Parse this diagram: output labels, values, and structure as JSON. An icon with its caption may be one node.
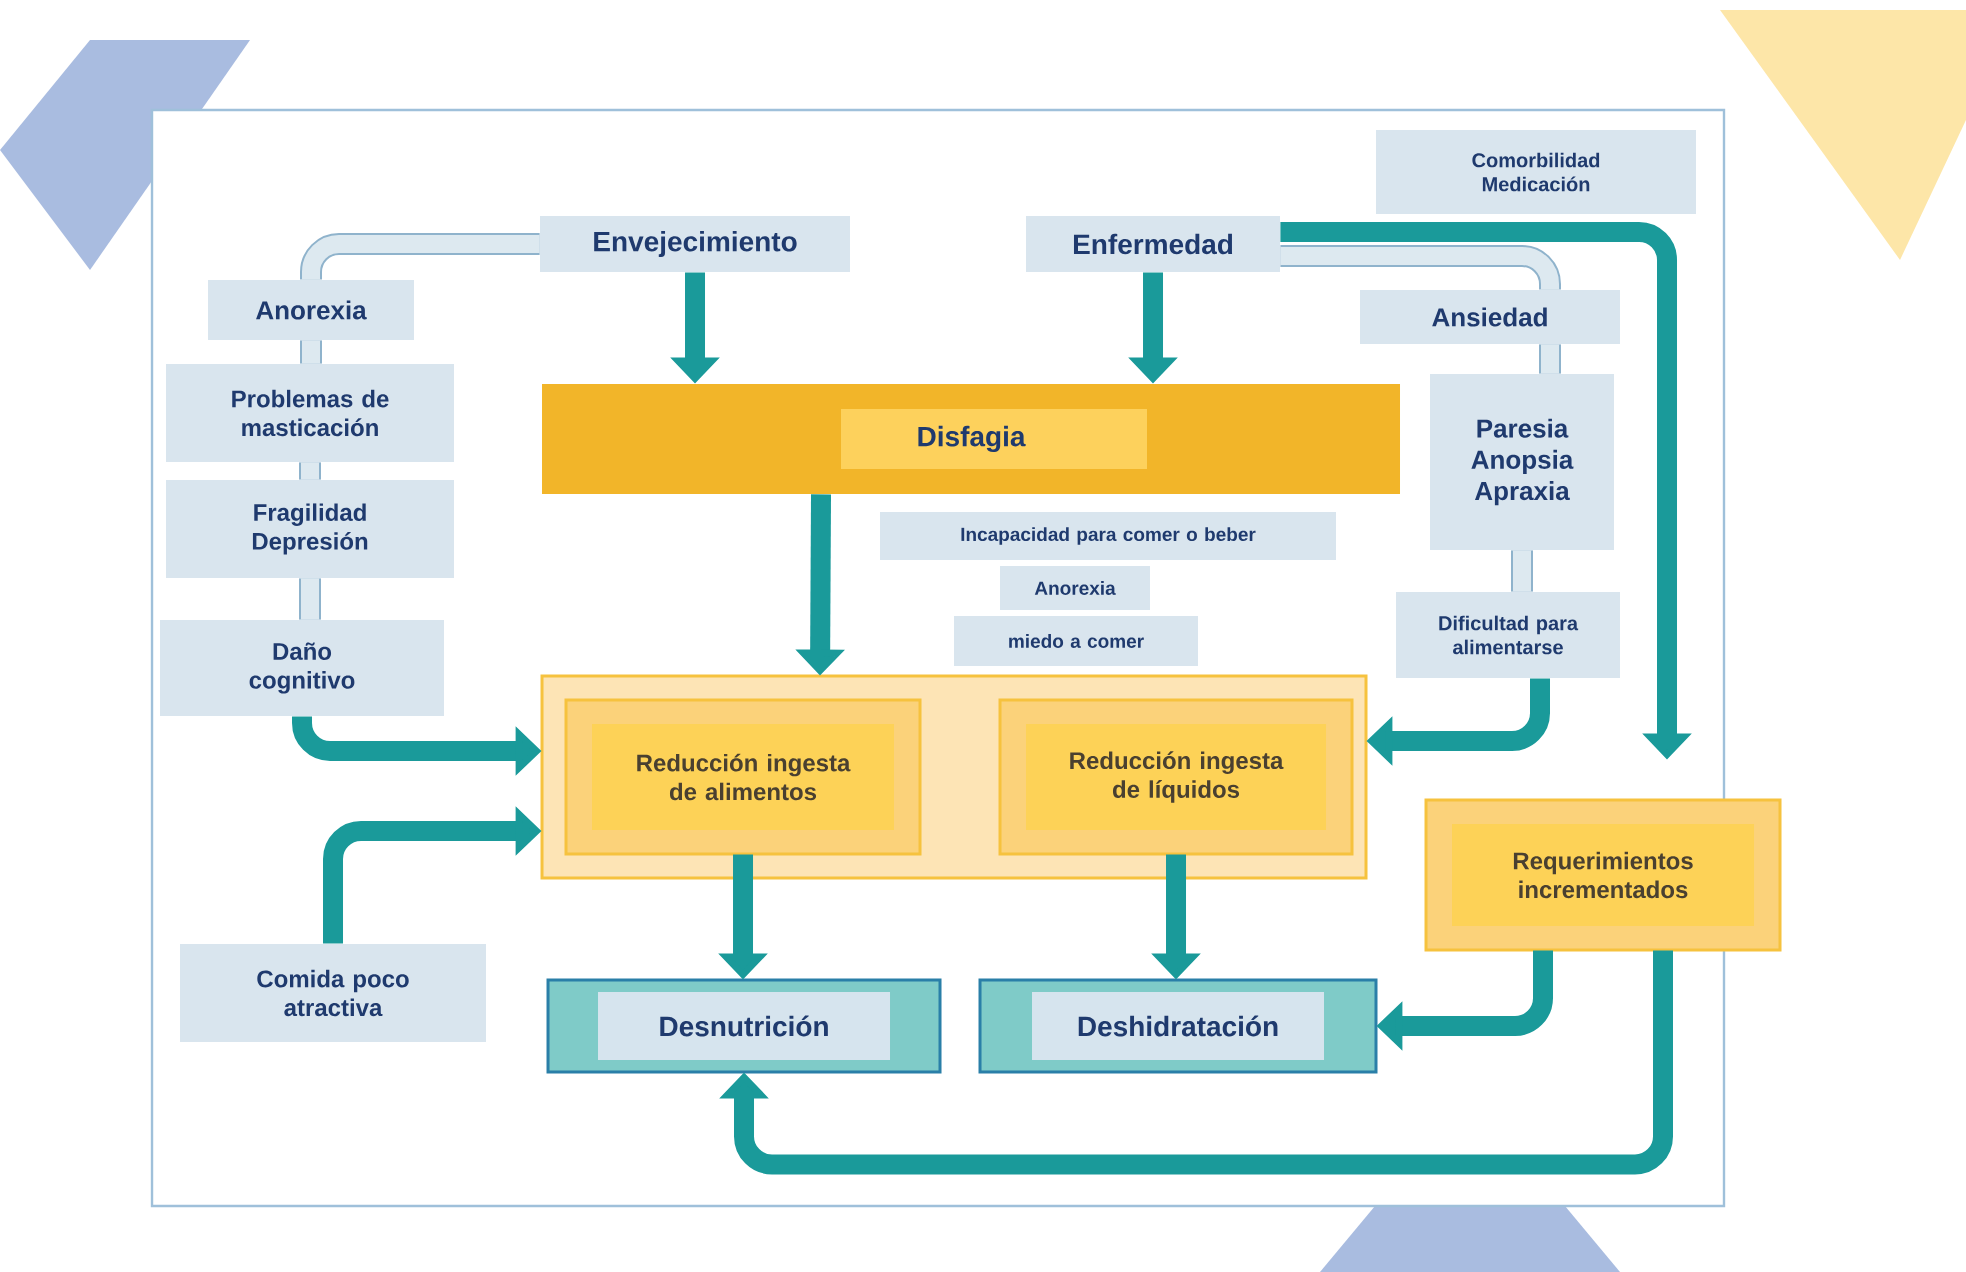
{
  "diagram": {
    "nodes": [
      {
        "text": [
          "Envejecimiento"
        ]
      },
      {
        "text": [
          "Enfermedad"
        ]
      },
      {
        "text": [
          "Comorbilidad Medicación"
        ]
      },
      {
        "text": [
          "Anorexia"
        ]
      },
      {
        "text": [
          "Problemas de masticación"
        ]
      },
      {
        "text": [
          "Fragilidad Depresión"
        ]
      },
      {
        "text": [
          "Daño cognitivo"
        ]
      },
      {
        "text": [
          "Comida poco atractiva"
        ]
      },
      {
        "text": [
          "Disfagia"
        ]
      },
      {
        "text": [
          "Incapacidad para comer o beber"
        ]
      },
      {
        "text": [
          "Anorexia"
        ]
      },
      {
        "text": [
          "miedo a comer"
        ]
      },
      {
        "text": [
          "Ansiedad"
        ]
      },
      {
        "text": [
          "Paresia Anopsia Apraxia"
        ]
      },
      {
        "text": [
          "Dificultad para alimentarse"
        ]
      },
      {
        "text": [],
        "shape": "box"
      },
      {
        "text": [
          "Reducción ingesta de alimentos"
        ],
        "in": 15
      },
      {
        "text": [
          "Reducción ingesta de líquidos"
        ],
        "in": 15
      },
      {
        "text": [
          "Requerimientos incrementados"
        ]
      },
      {
        "text": [
          "Desnutrición"
        ]
      },
      {
        "text": [
          "Deshidratación"
        ]
      }
    ],
    "edges": [
      {
        "from": 0,
        "to": 8,
        "arrow": "to"
      },
      {
        "from": 1,
        "to": 8,
        "arrow": "to"
      },
      {
        "from": 0,
        "to": 3,
        "arrow": "none",
        "color": "#8fb3cc"
      },
      {
        "from": 3,
        "to": 4,
        "arrow": "none",
        "color": "#8fb3cc"
      },
      {
        "from": 4,
        "to": 5,
        "arrow": "none",
        "color": "#8fb3cc"
      },
      {
        "from": 5,
        "to": 6,
        "arrow": "none",
        "color": "#8fb3cc"
      },
      {
        "from": 6,
        "to": 15,
        "arrow": "to"
      },
      {
        "from": 7,
        "to": 15,
        "arrow": "to"
      },
      {
        "from": 8,
        "to": 15,
        "arrow": "to"
      },
      {
        "from": 1,
        "to": 12,
        "arrow": "none",
        "color": "#8fb3cc"
      },
      {
        "from": 12,
        "to": 13,
        "arrow": "none",
        "color": "#8fb3cc"
      },
      {
        "from": 13,
        "to": 14,
        "arrow": "none",
        "color": "#8fb3cc"
      },
      {
        "from": 14,
        "to": 15,
        "arrow": "to"
      },
      {
        "from": 1,
        "to": 18,
        "arrow": "to"
      },
      {
        "from": 16,
        "to": 19,
        "arrow": "to"
      },
      {
        "from": 17,
        "to": 20,
        "arrow": "to"
      },
      {
        "from": 18,
        "to": 20,
        "arrow": "to"
      },
      {
        "from": 18,
        "to": 19,
        "arrow": "to"
      }
    ]
  }
}
